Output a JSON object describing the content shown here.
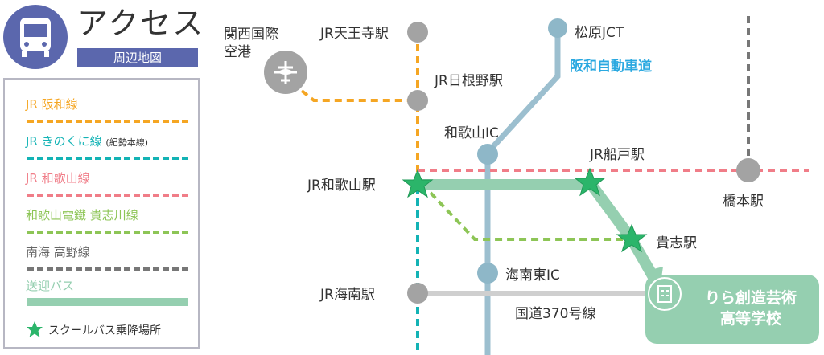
{
  "header": {
    "title": "アクセス",
    "subtitle": "周辺地図",
    "icon": "bus-icon"
  },
  "legend": {
    "items": [
      {
        "label": "JR 阪和線",
        "color": "#f5a623",
        "style": "dashed"
      },
      {
        "label": "JR きのくに線",
        "note": "(紀勢本線)",
        "color": "#13b3b5",
        "style": "dashed"
      },
      {
        "label": "JR 和歌山線",
        "color": "#f07d88",
        "style": "dashed"
      },
      {
        "label": "和歌山電鐵 貴志川線",
        "color": "#8dc556",
        "style": "dashed"
      },
      {
        "label": "南海 高野線",
        "color": "#777777",
        "style": "dashed"
      },
      {
        "label": "送迎バス",
        "color": "#95cfb0",
        "style": "solid"
      },
      {
        "label": "スクールバス乗降場所",
        "color": "#2bb56a",
        "style": "star"
      }
    ]
  },
  "map": {
    "airport": "関西国際\n空港",
    "airport_line1": "関西国際",
    "airport_line2": "空港",
    "stations": {
      "tennoji": "JR天王寺駅",
      "hineno": "JR日根野駅",
      "wakayama": "JR和歌山駅",
      "funato": "JR船戸駅",
      "hashimoto": "橋本駅",
      "kishi": "貴志駅",
      "kainan": "JR海南駅"
    },
    "roads": {
      "matsubara_jct": "松原JCT",
      "expressway": "阪和自動車道",
      "wakayama_ic": "和歌山IC",
      "kainan_higashi_ic": "海南東IC",
      "route370": "国道370号線"
    },
    "school_line1": "りら創造芸術",
    "school_line2": "高等学校",
    "expressway_color": "#29a8e0"
  }
}
